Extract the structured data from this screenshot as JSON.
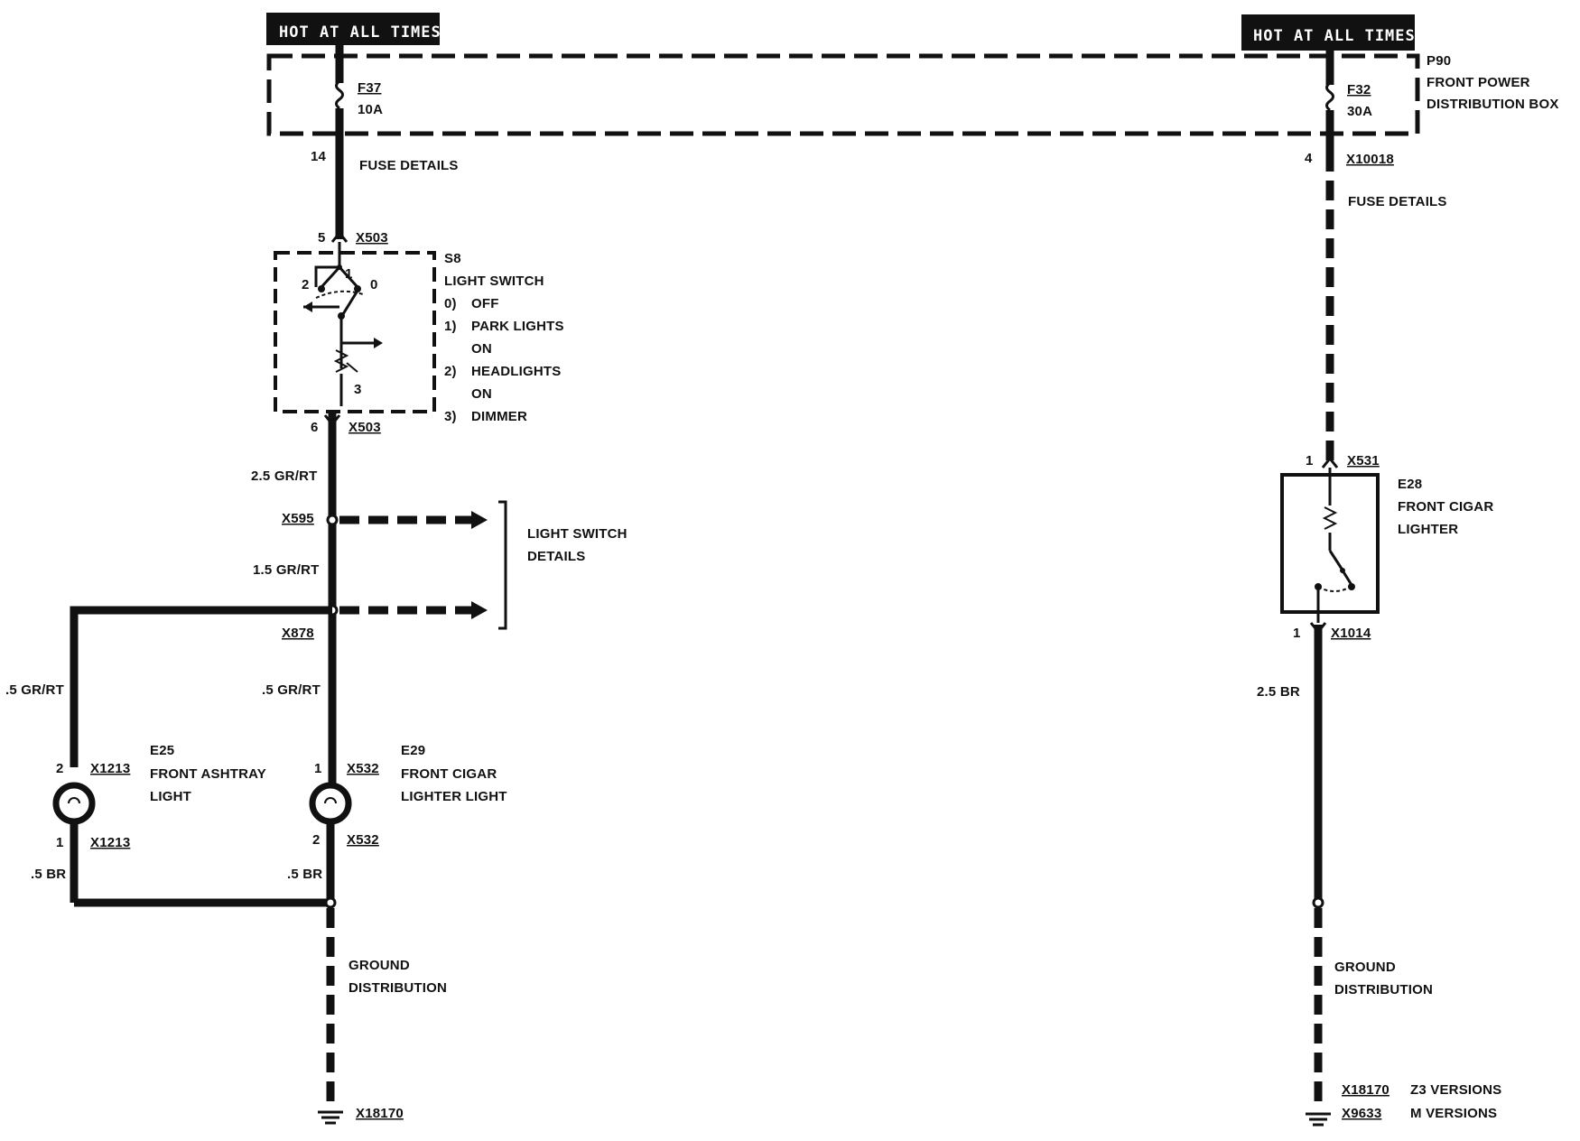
{
  "headers": {
    "left": "HOT AT ALL TIMES",
    "right": "HOT AT ALL TIMES"
  },
  "fuse_box": {
    "id": "P90",
    "name_line1": "FRONT POWER",
    "name_line2": "DISTRIBUTION BOX",
    "fuse_left": {
      "id": "F37",
      "rating": "10A",
      "pin": "14"
    },
    "fuse_right": {
      "id": "F32",
      "rating": "30A",
      "pin": "4",
      "connector": "X10018"
    }
  },
  "fuse_details_left": "FUSE DETAILS",
  "fuse_details_right": "FUSE DETAILS",
  "light_switch": {
    "id": "S8",
    "name": "LIGHT SWITCH",
    "connector_top": "X503",
    "pin_top": "5",
    "connector_bottom": "X503",
    "pin_bottom": "6",
    "positions": [
      {
        "num": "0)",
        "text": "OFF"
      },
      {
        "num": "1)",
        "text": "PARK LIGHTS"
      },
      {
        "num": "",
        "text": "ON"
      },
      {
        "num": "2)",
        "text": "HEADLIGHTS"
      },
      {
        "num": "",
        "text": "ON"
      },
      {
        "num": "3)",
        "text": "DIMMER"
      }
    ],
    "contact_labels": {
      "c0": "0",
      "c1": "1",
      "c2": "2",
      "c3": "3"
    }
  },
  "wires": {
    "w1": "2.5 GR/RT",
    "w2": "1.5 GR/RT",
    "w3": ".5 GR/RT",
    "w4": ".5 GR/RT",
    "w5": ".5 BR",
    "w6": ".5 BR",
    "w7": "2.5 BR"
  },
  "splices": {
    "s1": "X595",
    "s2": "X878"
  },
  "light_switch_details": {
    "line1": "LIGHT SWITCH",
    "line2": "DETAILS"
  },
  "ashtray_light": {
    "id": "E25",
    "name_line1": "FRONT ASHTRAY",
    "name_line2": "LIGHT",
    "pin_top": "2",
    "connector_top": "X1213",
    "pin_bottom": "1",
    "connector_bottom": "X1213"
  },
  "lighter_light": {
    "id": "E29",
    "name_line1": "FRONT CIGAR",
    "name_line2": "LIGHTER LIGHT",
    "pin_top": "1",
    "connector_top": "X532",
    "pin_bottom": "2",
    "connector_bottom": "X532"
  },
  "cigar_lighter": {
    "id": "E28",
    "name_line1": "FRONT CIGAR",
    "name_line2": "LIGHTER",
    "pin_top": "1",
    "connector_top": "X531",
    "pin_bottom": "1",
    "connector_bottom": "X1014"
  },
  "ground_left": {
    "line1": "GROUND",
    "line2": "DISTRIBUTION",
    "id": "X18170"
  },
  "ground_right": {
    "line1": "GROUND",
    "line2": "DISTRIBUTION",
    "id1": "X18170",
    "id1_note": "Z3 VERSIONS",
    "id2": "X9633",
    "id2_note": "M VERSIONS"
  }
}
